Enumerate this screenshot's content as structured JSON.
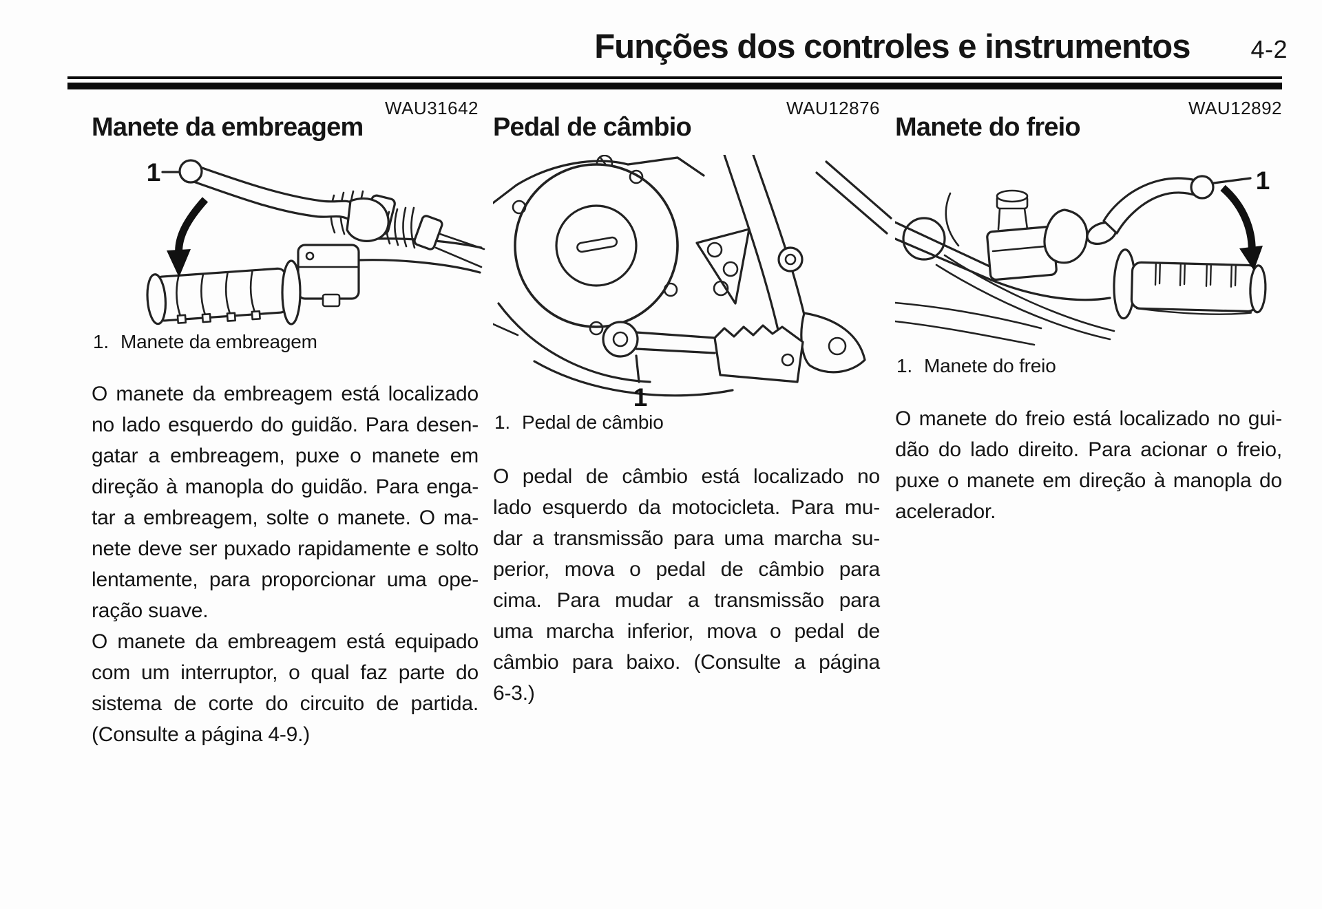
{
  "header": {
    "title": "Funções dos controles e instrumentos",
    "page_number": "4-2"
  },
  "columns": [
    {
      "code": "WAU31642",
      "heading": "Manete da embreagem",
      "figure": {
        "callout": "1"
      },
      "caption": {
        "number": "1.",
        "text": "Manete da embreagem"
      },
      "paragraphs": [
        [
          "O manete da embreagem está localizado",
          "no lado esquerdo do guidão. Para desen-",
          "gatar a embreagem, puxe o manete em",
          "direção à manopla do guidão. Para enga-",
          "tar a embreagem, solte o manete. O ma-",
          "nete deve ser puxado rapidamente e solto",
          "lentamente, para proporcionar uma ope-",
          "ração suave."
        ],
        [
          "O manete da embreagem está equipado",
          "com um interruptor, o qual faz parte do",
          "sistema de corte do circuito de partida.",
          "(Consulte a página 4-9.)"
        ]
      ]
    },
    {
      "code": "WAU12876",
      "heading": "Pedal de câmbio",
      "figure": {
        "callout": "1"
      },
      "caption": {
        "number": "1.",
        "text": "Pedal de câmbio"
      },
      "paragraphs": [
        [
          "O pedal de câmbio está localizado no",
          "lado esquerdo da motocicleta. Para mu-",
          "dar a transmissão para uma marcha su-",
          "perior, mova o pedal de câmbio para",
          "cima. Para mudar a transmissão para",
          "uma marcha inferior, mova o pedal de",
          "câmbio para baixo. (Consulte a página",
          "6-3.)"
        ]
      ]
    },
    {
      "code": "WAU12892",
      "heading": "Manete do freio",
      "figure": {
        "callout": "1"
      },
      "caption": {
        "number": "1.",
        "text": "Manete do freio"
      },
      "paragraphs": [
        [
          "O manete do freio está localizado no gui-",
          "dão do lado direito. Para acionar o freio,",
          "puxe o manete em direção à manopla do",
          "acelerador."
        ]
      ]
    }
  ]
}
